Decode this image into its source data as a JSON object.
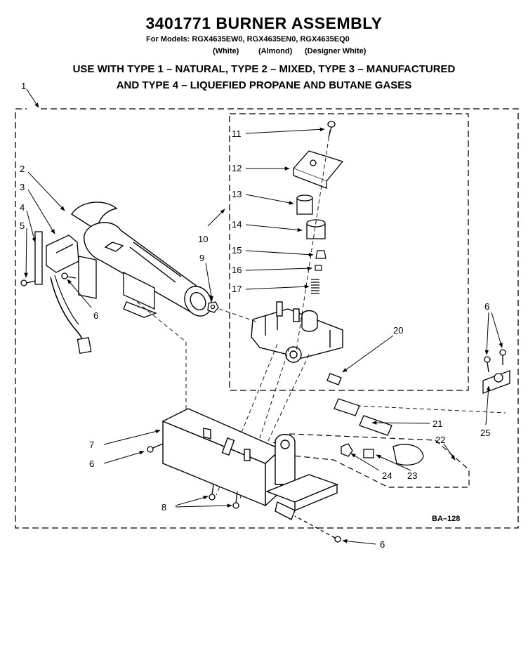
{
  "header": {
    "title": "3401771 BURNER ASSEMBLY",
    "models_line": "For Models: RGX4635EW0, RGX4635EN0, RGX4635EQ0",
    "colors": [
      "(White)",
      "(Almond)",
      "(Designer White)"
    ]
  },
  "notice": {
    "line1": "USE WITH TYPE 1 – NATURAL, TYPE 2 – MIXED, TYPE 3 – MANUFACTURED",
    "line2": "AND TYPE 4 – LIQUEFIED PROPANE AND BUTANE GASES"
  },
  "callouts": {
    "c1": "1",
    "c2": "2",
    "c3": "3",
    "c4": "4",
    "c5": "5",
    "c6a": "6",
    "c6b": "6",
    "c6c": "6",
    "c6d": "6",
    "c7": "7",
    "c8": "8",
    "c9": "9",
    "c10": "10",
    "c11": "11",
    "c12": "12",
    "c13": "13",
    "c14": "14",
    "c15": "15",
    "c16": "16",
    "c17": "17",
    "c20": "20",
    "c21": "21",
    "c22": "22",
    "c23": "23",
    "c24": "24",
    "c25": "25"
  },
  "diagram_code": "BA–128"
}
